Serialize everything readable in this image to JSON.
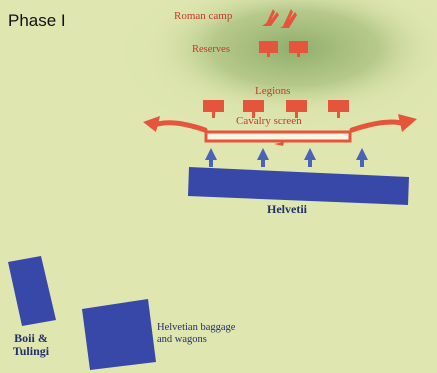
{
  "phase_label": "Phase I",
  "roman": {
    "camp_label": "Roman camp",
    "reserves_label": "Reserves",
    "legions_label": "Legions",
    "cavalry_label": "Cavalry screen"
  },
  "helvetii": {
    "label": "Helvetii",
    "boii_line1": "Boii &",
    "boii_line2": "Tulingi",
    "baggage_line1": "Helvetian baggage",
    "baggage_line2": "and wagons"
  },
  "colors": {
    "background": "#dfe6b0",
    "hill": "#8dab6a",
    "roman": "#e4553b",
    "roman_text": "#c23a2a",
    "helvetii": "#3848a8",
    "helvetii_text": "#22306b",
    "advance_arrow": "#4a63b8"
  },
  "icons": {
    "camp": "camp-flag-icon",
    "unit": "unit-standard-icon",
    "flank_arrow": "curved-arrow-icon",
    "advance_arrow": "up-arrow-icon"
  }
}
